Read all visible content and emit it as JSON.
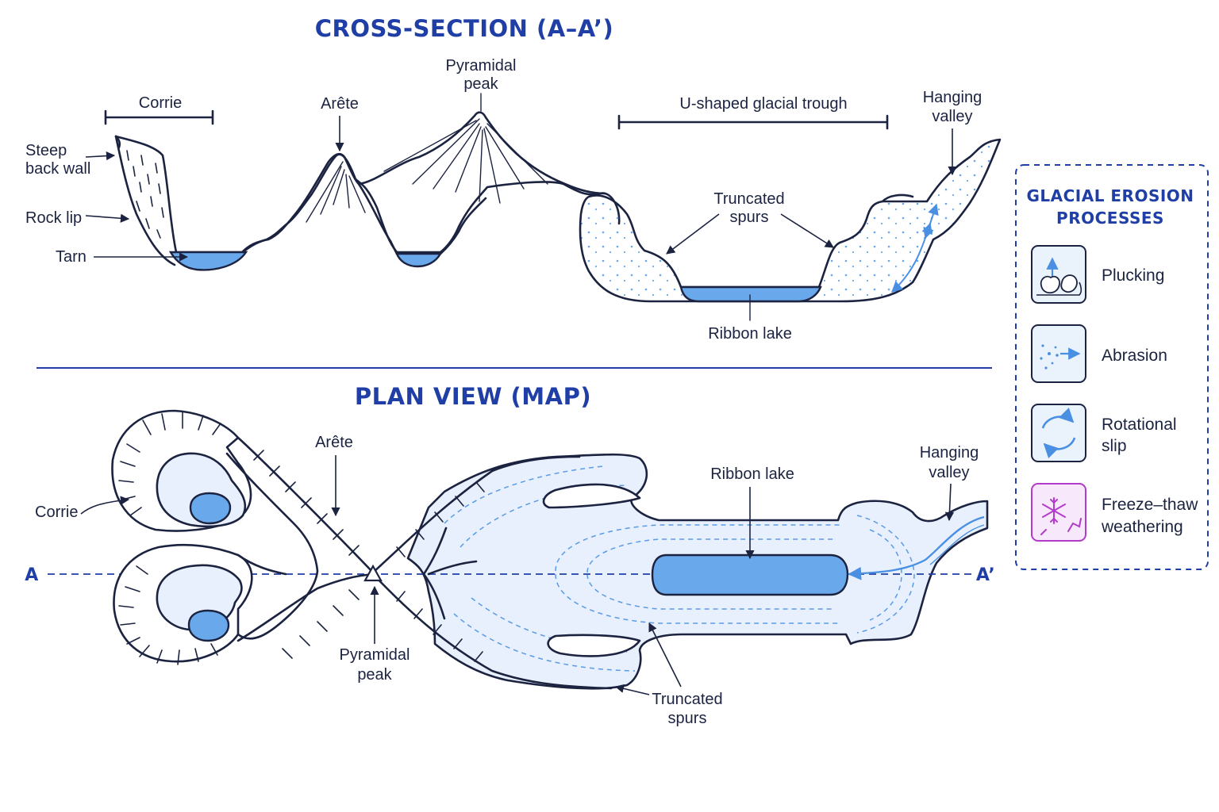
{
  "cross_section": {
    "title": "CROSS-SECTION (A–A’)",
    "labels": {
      "corrie": "Corrie",
      "steep_back_wall_1": "Steep",
      "steep_back_wall_2": "back wall",
      "rock_lip": "Rock lip",
      "tarn": "Tarn",
      "arete": "Arête",
      "pyramidal_peak_1": "Pyramidal",
      "pyramidal_peak_2": "peak",
      "u_trough": "U-shaped glacial trough",
      "hanging_valley_1": "Hanging",
      "hanging_valley_2": "valley",
      "truncated_spurs_1": "Truncated",
      "truncated_spurs_2": "spurs",
      "ribbon_lake": "Ribbon lake"
    }
  },
  "plan_view": {
    "title": "PLAN VIEW (MAP)",
    "labels": {
      "arete": "Arête",
      "corrie": "Corrie",
      "a": "A",
      "a_prime": "A’",
      "pyramidal_peak_1": "Pyramidal",
      "pyramidal_peak_2": "peak",
      "ribbon_lake": "Ribbon lake",
      "hanging_valley_1": "Hanging",
      "hanging_valley_2": "valley",
      "truncated_spurs_1": "Truncated",
      "truncated_spurs_2": "spurs"
    }
  },
  "legend": {
    "title_1": "GLACIAL EROSION",
    "title_2": "PROCESSES",
    "items": [
      {
        "icon": "plucking-icon",
        "line1": "Plucking",
        "line2": ""
      },
      {
        "icon": "abrasion-icon",
        "line1": "Abrasion",
        "line2": ""
      },
      {
        "icon": "rotational-slip-icon",
        "line1": "Rotational",
        "line2": "slip"
      },
      {
        "icon": "freeze-thaw-icon",
        "line1": "Freeze–thaw",
        "line2": "weathering"
      }
    ]
  },
  "colors": {
    "heading": "#1f3fa6",
    "ink": "#1b2340",
    "water": "#6aa8ec",
    "ice": "#e7f0fc",
    "freeze_thaw": "#b23bc9"
  }
}
